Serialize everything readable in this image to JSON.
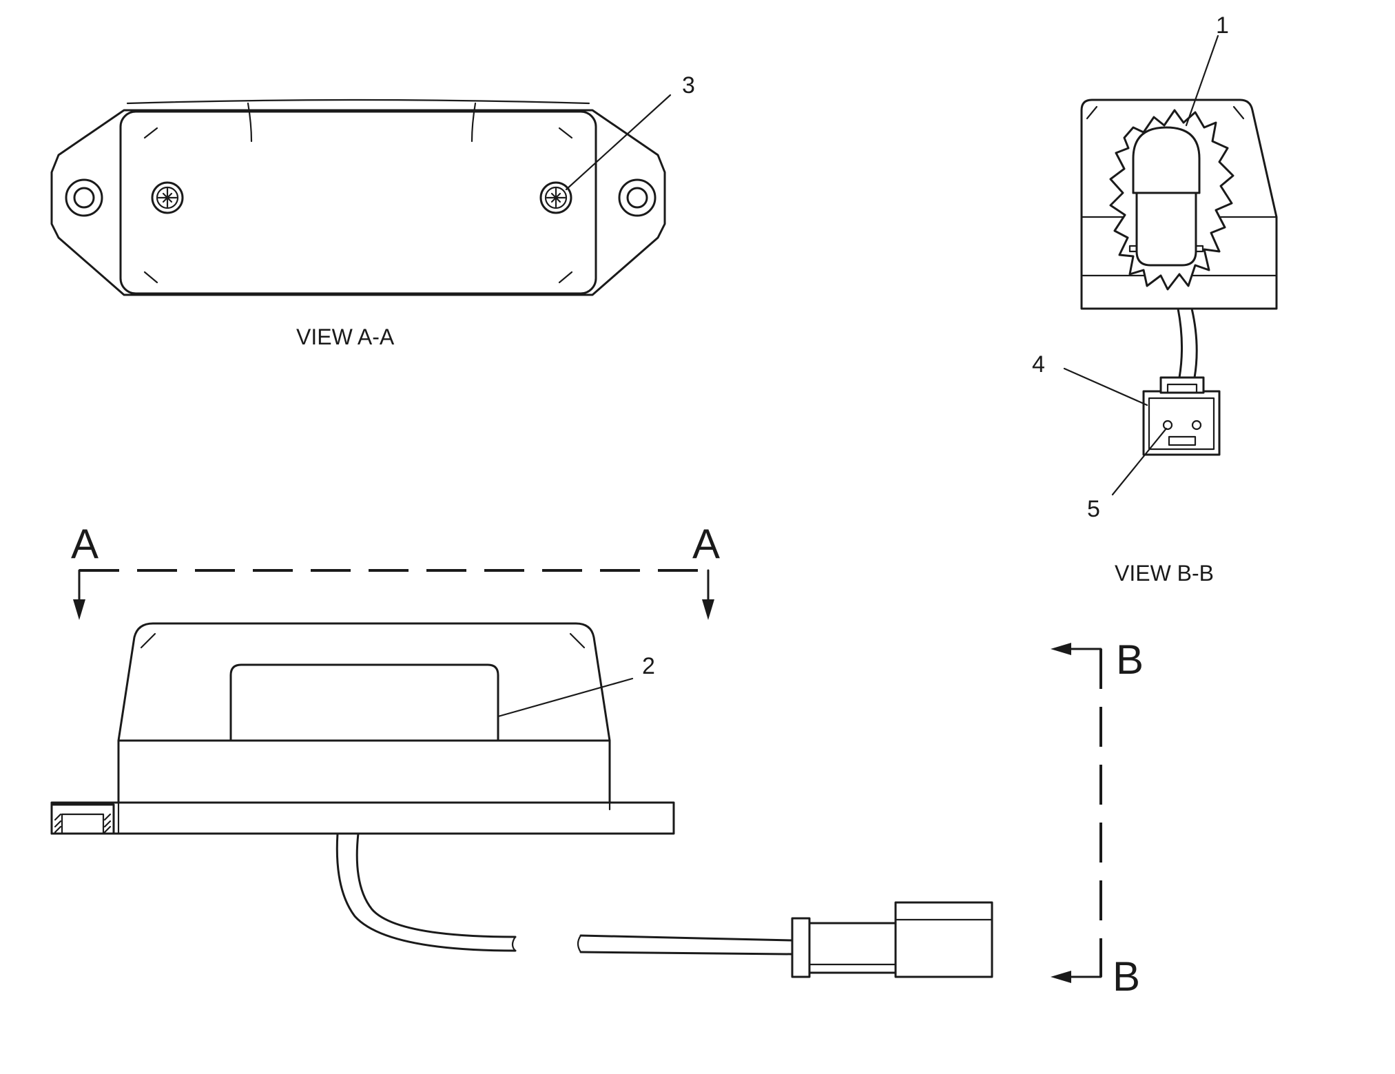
{
  "views": {
    "view_a": "VIEW A-A",
    "view_b": "VIEW B-B"
  },
  "section_marks": {
    "a_left": "A",
    "a_right": "A",
    "b_top": "B",
    "b_bottom": "B"
  },
  "callouts": {
    "c1": "1",
    "c2": "2",
    "c3": "3",
    "c4": "4",
    "c5": "5"
  },
  "colors": {
    "line": "#1a1a1a",
    "background": "#ffffff"
  }
}
